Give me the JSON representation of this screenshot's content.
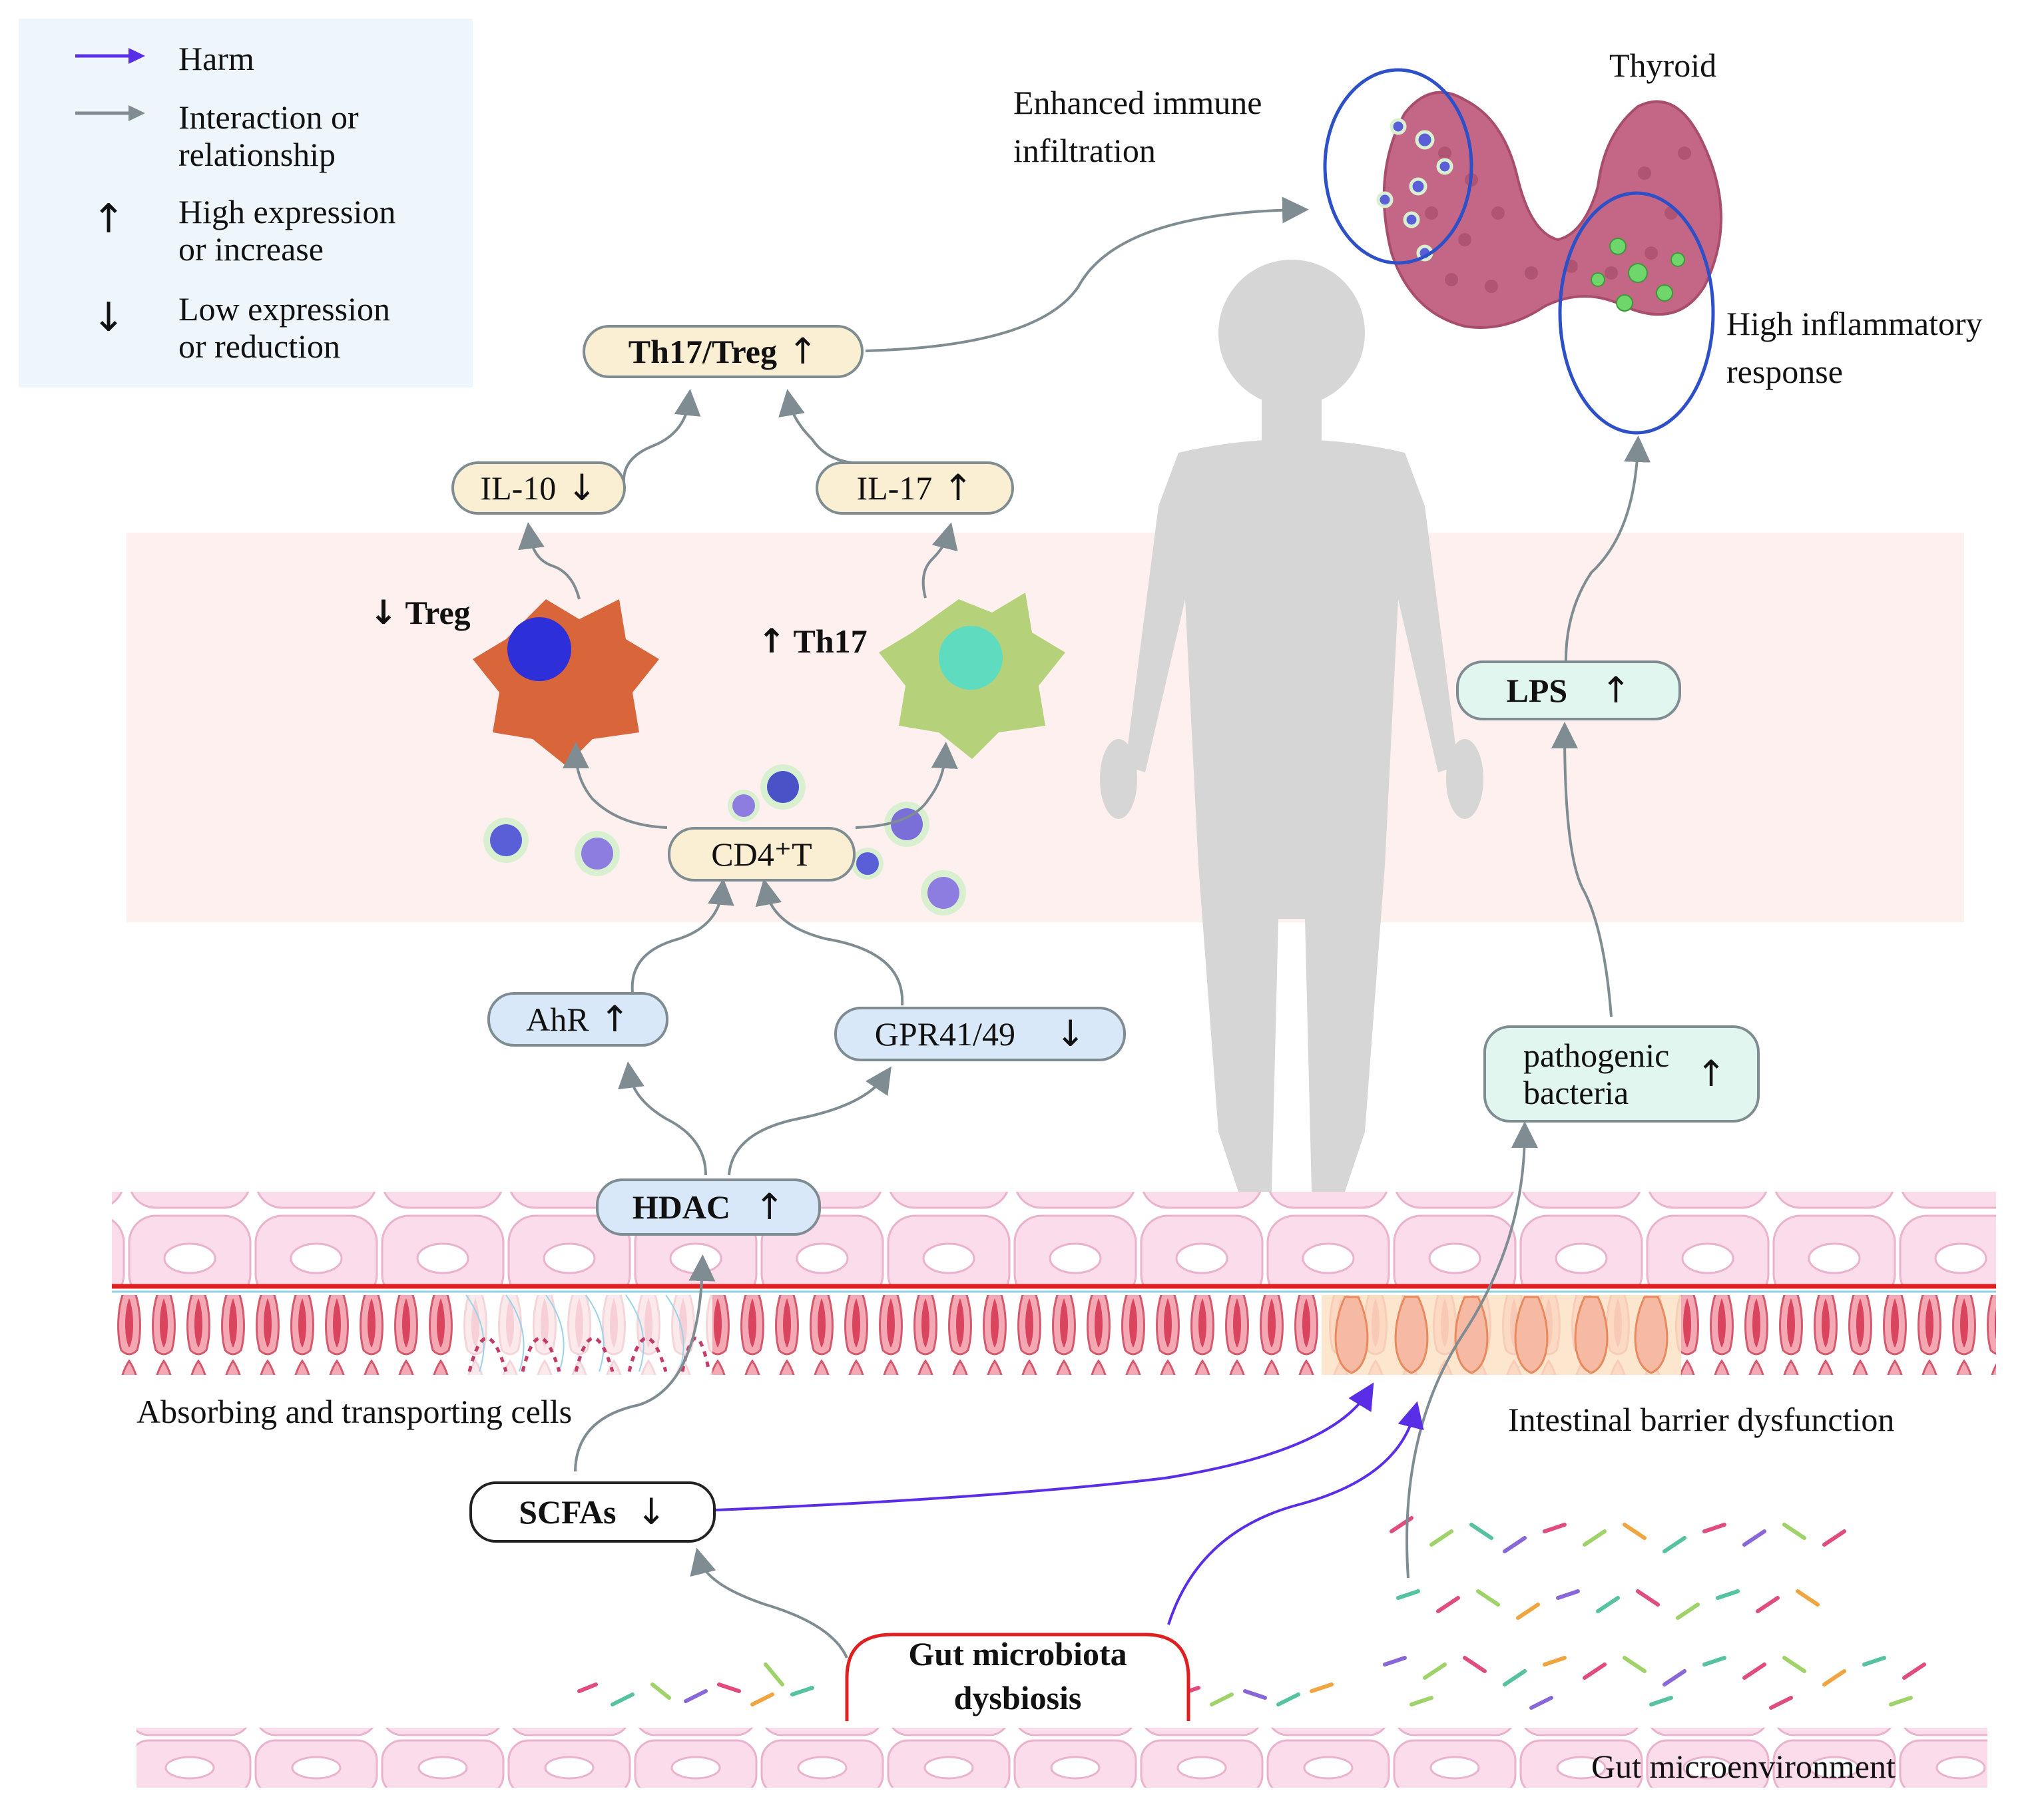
{
  "legend": {
    "harm": "Harm",
    "interaction_1": "Interaction or",
    "interaction_2": "relationship",
    "high_1": "High expression",
    "high_2": "or increase",
    "low_1": "Low expression",
    "low_2": "or reduction",
    "up_symbol": "↑",
    "down_symbol": "↓"
  },
  "nodes": {
    "th17_treg": "Th17/Treg",
    "il10": "IL-10",
    "il17": "IL-17",
    "cd4t": "CD4⁺T",
    "ahr": "AhR",
    "gpr": "GPR41/49",
    "hdac": "HDAC",
    "scfas": "SCFAs",
    "lps": "LPS",
    "pathogenic_1": "pathogenic",
    "pathogenic_2": "bacteria",
    "gut_dysbiosis_1": "Gut microbiota",
    "gut_dysbiosis_2": "dysbiosis"
  },
  "cells": {
    "treg": "Treg",
    "th17": "Th17"
  },
  "labels": {
    "thyroid": "Thyroid",
    "enhanced_1": "Enhanced immune",
    "enhanced_2": "infiltration",
    "high_inflam_1": "High inflammatory",
    "high_inflam_2": "response",
    "absorbing": "Absorbing and transporting cells",
    "barrier": "Intestinal barrier dysfunction",
    "microenv": "Gut microenvironment"
  },
  "symbols": {
    "up": "↑",
    "down": "↓"
  },
  "colors": {
    "harm_arrow": "#5a2ee6",
    "relation_arrow": "#7f8c92",
    "treg_cell": "#d9653b",
    "th17_cell": "#b5d27a",
    "thyroid": "#c46685",
    "highlight_circle": "#2d50c8",
    "barrier_red": "#e02020"
  }
}
